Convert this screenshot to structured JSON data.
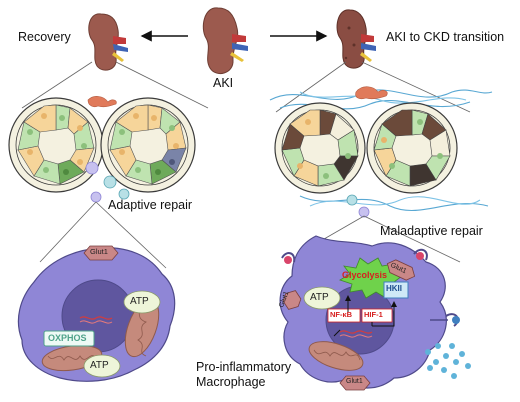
{
  "labels": {
    "recovery": "Recovery",
    "aki": "AKI",
    "aki_ckd": "AKI to CKD transition",
    "adaptive": "Adaptive repair",
    "maladaptive": "Maladaptive repair",
    "macrophage_line1": "Pro-inflammatory",
    "macrophage_line2": "Macrophage"
  },
  "left_cell": {
    "glut1": "Glut1",
    "atp_upper": "ATP",
    "atp_lower": "ATP",
    "oxphos": "OXPHOS"
  },
  "right_cell": {
    "glycolysis": "Glycolysis",
    "glut1_top": "Glut1",
    "glut1_left": "Glut1",
    "glut1_bottom": "Glut1",
    "atp": "ATP",
    "hkii": "HKII",
    "nfkb": "NF-κB",
    "hif1": "HIF-1"
  },
  "colors": {
    "kidney": "#9c5a4e",
    "cell_body": "#8f86d6",
    "nucleus": "#5f569f",
    "mito": "#c58a7c",
    "atp_fill": "#eef5d9",
    "oxphos_border": "#4fa38a",
    "glycolysis_burst": "#6fd24b",
    "red_text": "#d62020",
    "hkii_fill": "#cfe9f7"
  }
}
